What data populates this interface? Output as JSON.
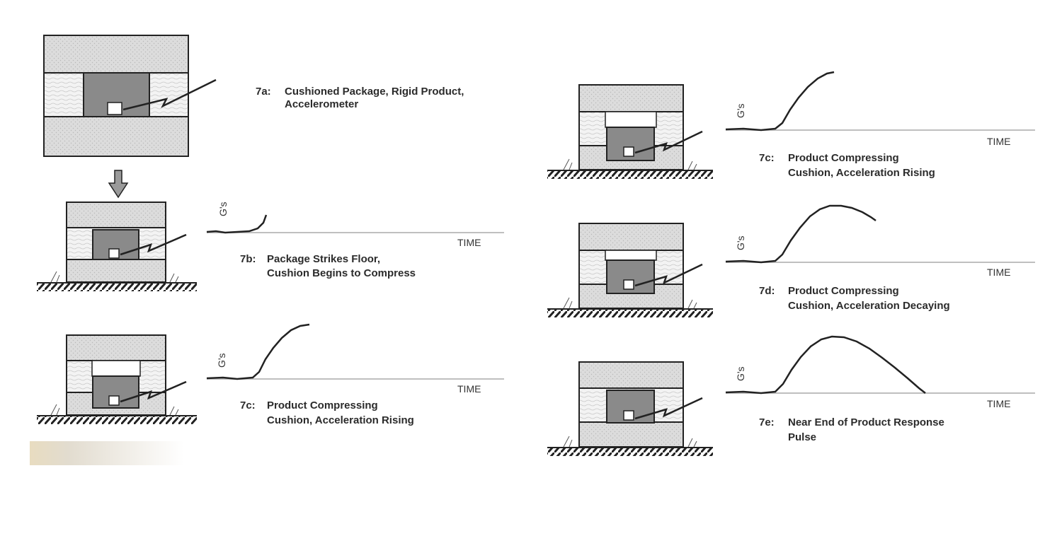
{
  "panels": {
    "p7a": {
      "id": "7a:",
      "line1": "Cushioned Package, Rigid Product,",
      "line2": "Accelerometer"
    },
    "p7b": {
      "id": "7b:",
      "line1": "Package Strikes Floor,",
      "line2": "Cushion Begins to Compress",
      "y_label": "G's",
      "x_label": "TIME"
    },
    "p7c_left": {
      "id": "7c:",
      "line1": "Product Compressing",
      "line2": "Cushion, Acceleration Rising",
      "y_label": "G's",
      "x_label": "TIME"
    },
    "p7c_right": {
      "id": "7c:",
      "line1": "Product Compressing",
      "line2": "Cushion, Acceleration Rising",
      "y_label": "G's",
      "x_label": "TIME"
    },
    "p7d": {
      "id": "7d:",
      "line1": "Product Compressing",
      "line2": "Cushion, Acceleration Decaying",
      "y_label": "G's",
      "x_label": "TIME"
    },
    "p7e": {
      "id": "7e:",
      "line1": "Near End of Product Response",
      "line2": "Pulse",
      "y_label": "G's",
      "x_label": "TIME"
    }
  },
  "colors": {
    "line": "#222222",
    "cushion": "#f2f2f2",
    "outer_box": "#d9d9d9",
    "product": "#8a8a8a",
    "axis": "#bfbfbf"
  }
}
